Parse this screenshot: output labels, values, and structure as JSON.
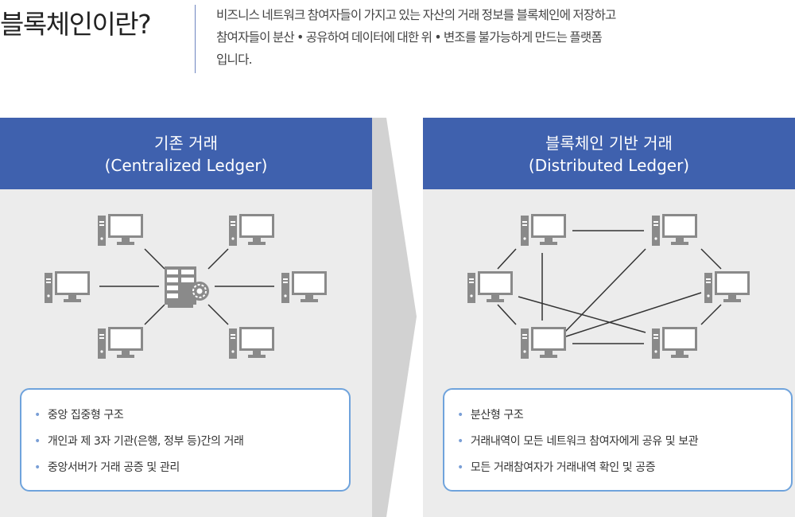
{
  "title": "블록체인이란?",
  "intro": [
    "비즈니스 네트워크 참여자들이 가지고 있는 자산의 거래 정보를 블록체인에 저장하고",
    "참여자들이 분산 • 공유하여 데이터에 대한 위 • 변조를 불가능하게 만드는 플랫폼",
    "입니다."
  ],
  "left": {
    "title_line1": "기존 거래",
    "title_line2": "(Centralized Ledger)",
    "bullets": [
      "중앙 집중형 구조",
      "개인과 제 3자 기관(은행, 정부 등)간의 거래",
      "중앙서버가 거래 공증 및 관리"
    ]
  },
  "right": {
    "title_line1": "블록체인 기반 거래",
    "title_line2": "(Distributed Ledger)",
    "bullets": [
      "분산형 구조",
      "거래내역이 모든 네트워크 참여자에게 공유 및 보관",
      "모든 거래참여자가 거래내역 확인 및 공증"
    ]
  },
  "colors": {
    "header": "#3f61ae",
    "panel": "#ececec",
    "box_border": "#6fa3dc",
    "icon": "#8a8a8a",
    "line": "#333333"
  },
  "icons": {
    "node": "computer-icon",
    "center": "server-gear-icon",
    "bullet": "bullet-dot"
  }
}
